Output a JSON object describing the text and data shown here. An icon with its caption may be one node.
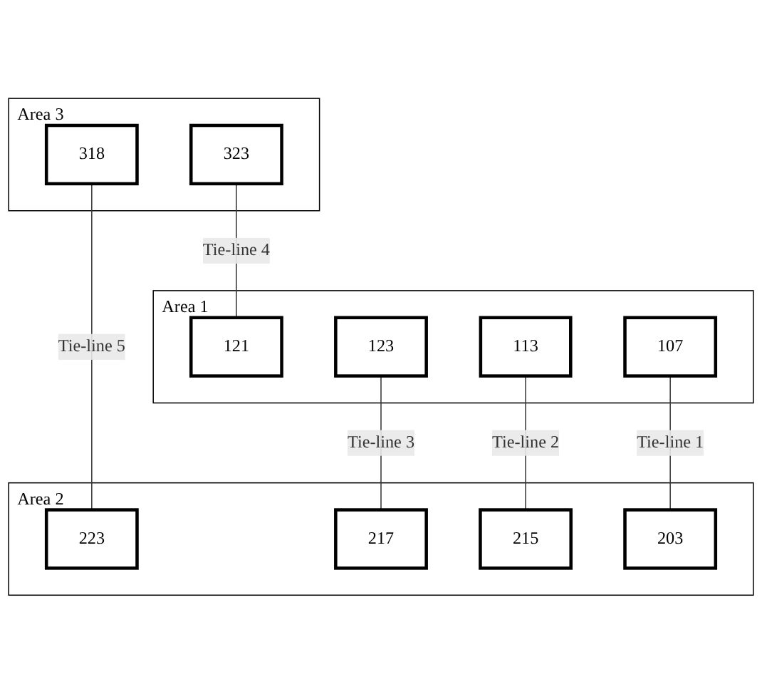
{
  "diagram": {
    "nodes": [
      {
        "text": [
          "Area 3"
        ]
      },
      {
        "text": [
          "323"
        ],
        "in": 0
      },
      {
        "text": [
          "318"
        ],
        "in": 0
      },
      {
        "text": [
          "Area 1"
        ]
      },
      {
        "text": [
          "121"
        ],
        "in": 3
      },
      {
        "text": [
          "123"
        ],
        "in": 3
      },
      {
        "text": [
          "113"
        ],
        "in": 3
      },
      {
        "text": [
          "107"
        ],
        "in": 3
      },
      {
        "text": [
          "Area 2"
        ]
      },
      {
        "text": [
          "223"
        ],
        "in": 8
      },
      {
        "text": [
          "217"
        ],
        "in": 8
      },
      {
        "text": [
          "215"
        ],
        "in": 8
      },
      {
        "text": [
          "203"
        ],
        "in": 8
      }
    ],
    "edges": [
      {
        "from": 1,
        "to": 4,
        "arrow": "none",
        "label": "Tie-line 4"
      },
      {
        "from": 2,
        "to": 9,
        "arrow": "none",
        "label": "Tie-line 5"
      },
      {
        "from": 5,
        "to": 10,
        "arrow": "none",
        "label": "Tie-line 3"
      },
      {
        "from": 6,
        "to": 11,
        "arrow": "none",
        "label": "Tie-line 2"
      },
      {
        "from": 7,
        "to": 12,
        "arrow": "none",
        "label": "Tie-line 1"
      }
    ]
  }
}
